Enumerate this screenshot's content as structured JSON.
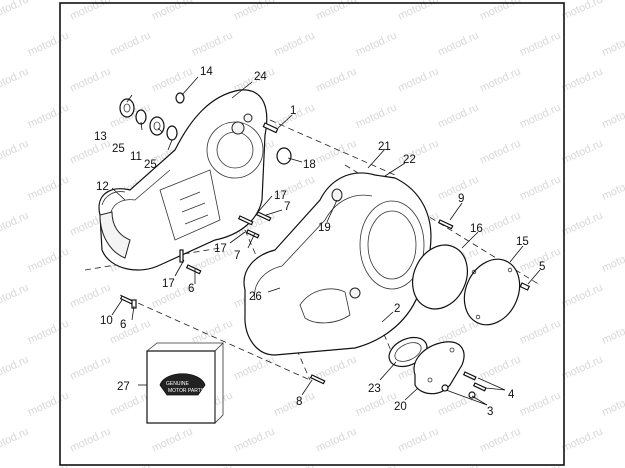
{
  "watermark": "motod.ru",
  "callouts": {
    "c1": "1",
    "c2": "2",
    "c3": "3",
    "c4": "4",
    "c5": "5",
    "c6a": "6",
    "c6b": "6",
    "c7a": "7",
    "c7b": "7",
    "c8": "8",
    "c9": "9",
    "c10": "10",
    "c11": "11",
    "c12": "12",
    "c13": "13",
    "c14": "14",
    "c15": "15",
    "c16": "16",
    "c17a": "17",
    "c17b": "17",
    "c17c": "17",
    "c18": "18",
    "c19": "19",
    "c20": "20",
    "c21": "21",
    "c22": "22",
    "c23": "23",
    "c24": "24",
    "c25a": "25",
    "c25b": "25",
    "c26": "26",
    "c27": "27"
  },
  "gasket_box": {
    "brand": "GENUINE",
    "sub": "MOTOR PARTS"
  }
}
